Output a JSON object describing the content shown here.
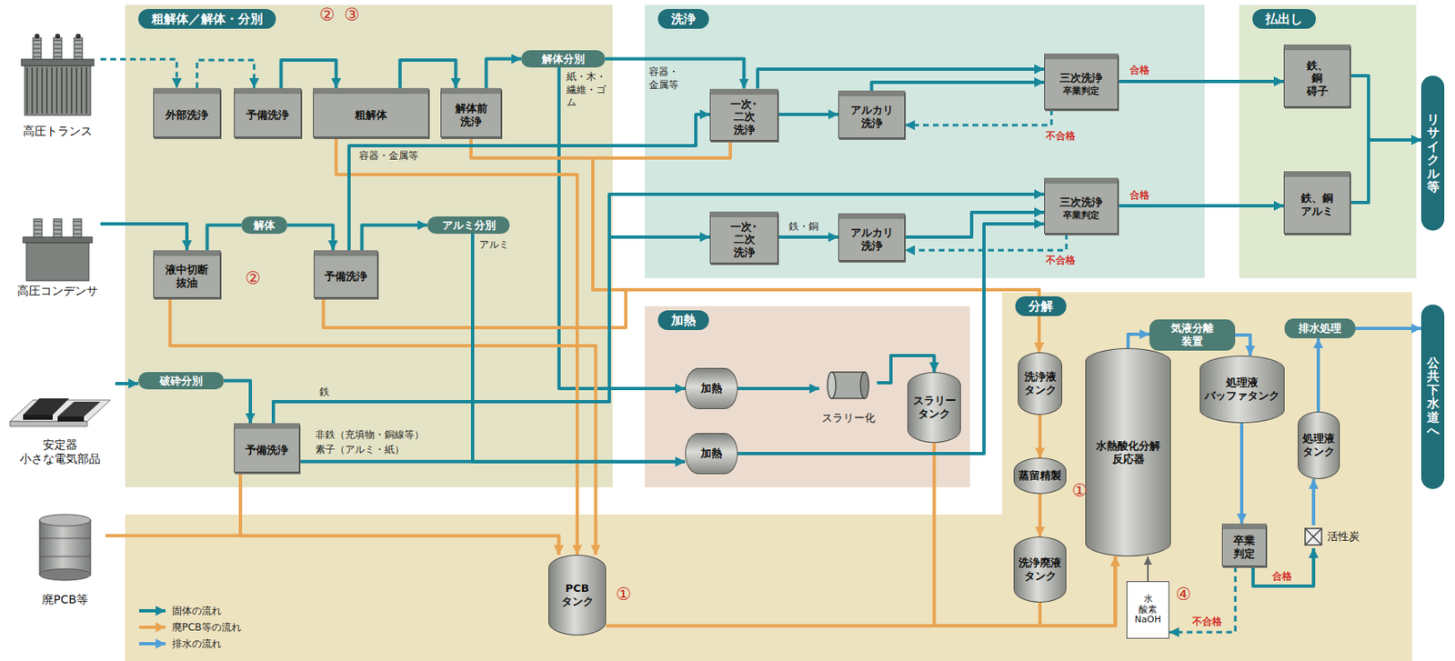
{
  "diagram": {
    "nodes": [
      {
        "text": [
          "高圧トランス"
        ]
      },
      {
        "text": [
          "高圧コンデンサ"
        ]
      },
      {
        "text": [
          "安定器 小さな電気部品"
        ]
      },
      {
        "text": [
          "廃PCB等"
        ]
      },
      {
        "text": [
          "粗解体／解体・分別"
        ]
      },
      {
        "text": [
          "外部洗浄"
        ],
        "in": 4
      },
      {
        "text": [
          "予備洗浄"
        ],
        "in": 4
      },
      {
        "text": [
          "粗解体"
        ],
        "in": 4
      },
      {
        "text": [
          "解体前 洗浄"
        ],
        "in": 4
      },
      {
        "text": [
          "解体分別"
        ],
        "in": 4
      },
      {
        "text": [
          "液中切断 抜油"
        ],
        "in": 4
      },
      {
        "text": [
          "解体"
        ],
        "in": 4
      },
      {
        "text": [
          "予備洗浄"
        ],
        "in": 4
      },
      {
        "text": [
          "アルミ分別"
        ],
        "in": 4
      },
      {
        "text": [
          "破砕分別"
        ],
        "in": 4
      },
      {
        "text": [
          "予備洗浄"
        ],
        "in": 4
      },
      {
        "text": [
          "洗浄"
        ]
      },
      {
        "text": [
          "一次･二次 洗浄"
        ],
        "in": 16
      },
      {
        "text": [
          "アルカリ 洗浄"
        ],
        "in": 16
      },
      {
        "text": [
          "三次洗浄",
          "卒業判定"
        ],
        "in": 16
      },
      {
        "text": [
          "一次･二次 洗浄"
        ],
        "in": 16
      },
      {
        "text": [
          "アルカリ 洗浄"
        ],
        "in": 16
      },
      {
        "text": [
          "三次洗浄",
          "卒業判定"
        ],
        "in": 16
      },
      {
        "text": [
          "払出し"
        ]
      },
      {
        "text": [
          "鉄、銅 碍子"
        ],
        "in": 23
      },
      {
        "text": [
          "鉄、銅 アルミ"
        ],
        "in": 23
      },
      {
        "text": [
          "リサイクル等"
        ]
      },
      {
        "text": [
          "加熱"
        ]
      },
      {
        "text": [
          "加熱"
        ],
        "in": 27
      },
      {
        "text": [
          "スラリー化"
        ],
        "in": 27
      },
      {
        "text": [
          "スラリー タンク"
        ],
        "in": 27
      },
      {
        "text": [
          "加熱"
        ],
        "in": 27
      },
      {
        "text": [
          "分解"
        ]
      },
      {
        "text": [
          "洗浄液 タンク"
        ],
        "in": 32
      },
      {
        "text": [
          "蒸留精製"
        ],
        "in": 32
      },
      {
        "text": [
          "洗浄廃液 タンク"
        ],
        "in": 32
      },
      {
        "text": [
          "水熱酸化分解 反応器"
        ],
        "in": 32
      },
      {
        "text": [
          "水 酸素 NaOH"
        ],
        "in": 32
      },
      {
        "text": [
          "気液分離 装置"
        ],
        "in": 32
      },
      {
        "text": [
          "処理液 バッファタンク"
        ],
        "in": 32
      },
      {
        "text": [
          "卒業 判定"
        ],
        "in": 32
      },
      {
        "text": [
          "活性炭"
        ],
        "in": 32
      },
      {
        "text": [
          "処理液 タンク"
        ],
        "in": 32
      },
      {
        "text": [
          "排水処理"
        ],
        "in": 32
      },
      {
        "text": [
          "公共下水道へ"
        ]
      },
      {
        "text": [
          "PCB タンク"
        ]
      }
    ],
    "edges": [
      {
        "from": 0,
        "to": 5,
        "arrow": "to"
      },
      {
        "from": 5,
        "to": 6,
        "arrow": "to"
      },
      {
        "from": 6,
        "to": 7,
        "arrow": "to"
      },
      {
        "from": 7,
        "to": 8,
        "arrow": "to"
      },
      {
        "from": 8,
        "to": 9,
        "arrow": "to"
      },
      {
        "from": 9,
        "to": 17,
        "arrow": "to"
      },
      {
        "from": 9,
        "to": 28,
        "arrow": "to"
      },
      {
        "from": 7,
        "to": 45,
        "arrow": "to"
      },
      {
        "from": 8,
        "to": 33,
        "arrow": "to"
      },
      {
        "from": 17,
        "to": 33,
        "arrow": "to"
      },
      {
        "from": 12,
        "to": 33,
        "arrow": "to"
      },
      {
        "from": 10,
        "to": 45,
        "arrow": "to"
      },
      {
        "from": 3,
        "to": 45,
        "arrow": "to"
      },
      {
        "from": 15,
        "to": 45,
        "arrow": "to"
      },
      {
        "from": 45,
        "to": 36,
        "arrow": "to"
      },
      {
        "from": 30,
        "to": 36,
        "arrow": "to"
      },
      {
        "from": 33,
        "to": 34,
        "arrow": "to"
      },
      {
        "from": 34,
        "to": 35,
        "arrow": "to"
      },
      {
        "from": 35,
        "to": 36,
        "arrow": "to"
      },
      {
        "from": 1,
        "to": 10,
        "arrow": "to"
      },
      {
        "from": 10,
        "to": 11,
        "arrow": "none"
      },
      {
        "from": 11,
        "to": 12,
        "arrow": "to"
      },
      {
        "from": 12,
        "to": 13,
        "arrow": "to"
      },
      {
        "from": 12,
        "to": 17,
        "arrow": "to"
      },
      {
        "from": 13,
        "to": 31,
        "arrow": "to"
      },
      {
        "from": 15,
        "to": 31,
        "arrow": "to"
      },
      {
        "from": 2,
        "to": 14,
        "arrow": "to"
      },
      {
        "from": 14,
        "to": 15,
        "arrow": "to"
      },
      {
        "from": 15,
        "to": 20,
        "arrow": "to"
      },
      {
        "from": 15,
        "to": 22,
        "arrow": "to"
      },
      {
        "from": 20,
        "to": 21,
        "arrow": "to"
      },
      {
        "from": 21,
        "to": 22,
        "arrow": "to"
      },
      {
        "from": 22,
        "to": 21,
        "arrow": "to"
      },
      {
        "from": 22,
        "to": 25,
        "arrow": "to"
      },
      {
        "from": 17,
        "to": 18,
        "arrow": "to"
      },
      {
        "from": 17,
        "to": 19,
        "arrow": "to"
      },
      {
        "from": 18,
        "to": 19,
        "arrow": "to"
      },
      {
        "from": 19,
        "to": 18,
        "arrow": "to"
      },
      {
        "from": 19,
        "to": 24,
        "arrow": "to"
      },
      {
        "from": 24,
        "to": 26,
        "arrow": "to"
      },
      {
        "from": 25,
        "to": 26,
        "arrow": "to"
      },
      {
        "from": 28,
        "to": 29,
        "arrow": "to"
      },
      {
        "from": 29,
        "to": 30,
        "arrow": "to"
      },
      {
        "from": 31,
        "to": 22,
        "arrow": "to"
      },
      {
        "from": 36,
        "to": 38,
        "arrow": "to"
      },
      {
        "from": 38,
        "to": 39,
        "arrow": "to"
      },
      {
        "from": 39,
        "to": 40,
        "arrow": "to"
      },
      {
        "from": 40,
        "to": 41,
        "arrow": "to"
      },
      {
        "from": 40,
        "to": 37,
        "arrow": "to"
      },
      {
        "from": 41,
        "to": 42,
        "arrow": "to"
      },
      {
        "from": 42,
        "to": 43,
        "arrow": "to"
      },
      {
        "from": 43,
        "to": 44,
        "arrow": "to"
      },
      {
        "from": 37,
        "to": 36,
        "arrow": "to"
      }
    ],
    "labels": [
      "②",
      "③",
      "紙・木・繊維・ゴム",
      "容器・金属等",
      "容器・金属等",
      "アルミ",
      "②",
      "鉄",
      "非鉄（充填物・銅線等）",
      "素子（アルミ・紙）",
      "鉄・銅",
      "合格",
      "不合格",
      "合格",
      "不合格",
      "①",
      "①",
      "合格",
      "不合格",
      "④"
    ],
    "legend": [
      {
        "text": "固体の流れ"
      },
      {
        "text": "廃PCB等の流れ"
      },
      {
        "text": "排水の流れ"
      }
    ]
  }
}
